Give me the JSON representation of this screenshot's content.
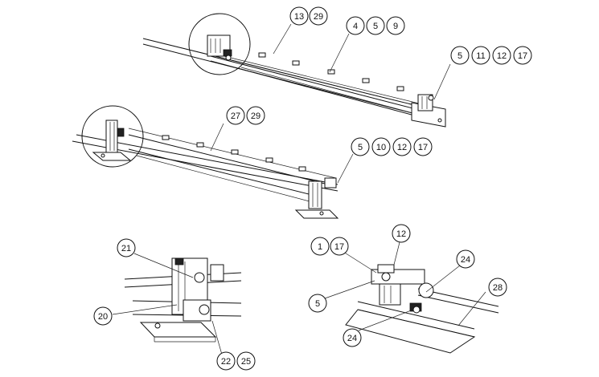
{
  "callouts": [
    {
      "labels": [
        "13",
        "29"
      ]
    },
    {
      "labels": [
        "4",
        "5",
        "9"
      ]
    },
    {
      "labels": [
        "5",
        "11",
        "12",
        "17"
      ]
    },
    {
      "labels": [
        "27",
        "29"
      ]
    },
    {
      "labels": [
        "5",
        "10",
        "12",
        "17"
      ]
    },
    {
      "labels": [
        "21"
      ]
    },
    {
      "labels": [
        "20"
      ]
    },
    {
      "labels": [
        "22",
        "25"
      ]
    },
    {
      "labels": [
        "1",
        "17"
      ]
    },
    {
      "labels": [
        "12"
      ]
    },
    {
      "labels": [
        "5"
      ]
    },
    {
      "labels": [
        "24"
      ]
    },
    {
      "labels": [
        "24"
      ]
    },
    {
      "labels": [
        "28"
      ]
    }
  ]
}
